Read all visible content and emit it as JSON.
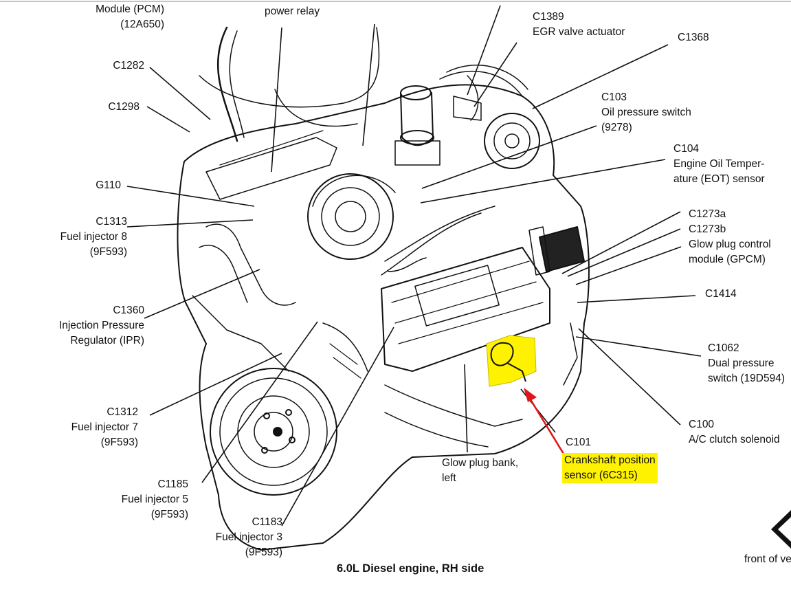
{
  "caption": "6.0L Diesel engine, RH side",
  "highlight_color": "#fff200",
  "arrow_color": "#e0161b",
  "labels": {
    "pcm": [
      "Module (PCM)",
      "(12A650)"
    ],
    "power_relay": [
      "power relay"
    ],
    "c1389": [
      "C1389",
      "EGR valve actuator"
    ],
    "c1368": [
      "C1368"
    ],
    "c1282": [
      "C1282"
    ],
    "c1298": [
      "C1298"
    ],
    "c103": [
      "C103",
      "Oil pressure switch",
      "(9278)"
    ],
    "c104": [
      "C104",
      "Engine Oil Temper-",
      "ature (EOT) sensor"
    ],
    "g110": [
      "G110"
    ],
    "c1313": [
      "C1313",
      "Fuel injector 8",
      "(9F593)"
    ],
    "c1273": [
      "C1273a",
      "C1273b",
      "Glow plug control",
      "module (GPCM)"
    ],
    "c1414": [
      "C1414"
    ],
    "c1360": [
      "C1360",
      "Injection Pressure",
      "Regulator (IPR)"
    ],
    "c1062": [
      "C1062",
      "Dual pressure",
      "switch (19D594)"
    ],
    "c1312": [
      "C1312",
      "Fuel injector 7",
      "(9F593)"
    ],
    "c100": [
      "C100",
      "A/C clutch solenoid"
    ],
    "c101": [
      "C101"
    ],
    "crank": [
      "Crankshaft position",
      "sensor (6C315)"
    ],
    "glow_bank": [
      "Glow plug bank,",
      "left"
    ],
    "c1185": [
      "C1185",
      "Fuel injector 5",
      "(9F593)"
    ],
    "c1183": [
      "C1183",
      "Fuel injector 3",
      "(9F593)"
    ],
    "front": [
      "front of ve"
    ]
  }
}
